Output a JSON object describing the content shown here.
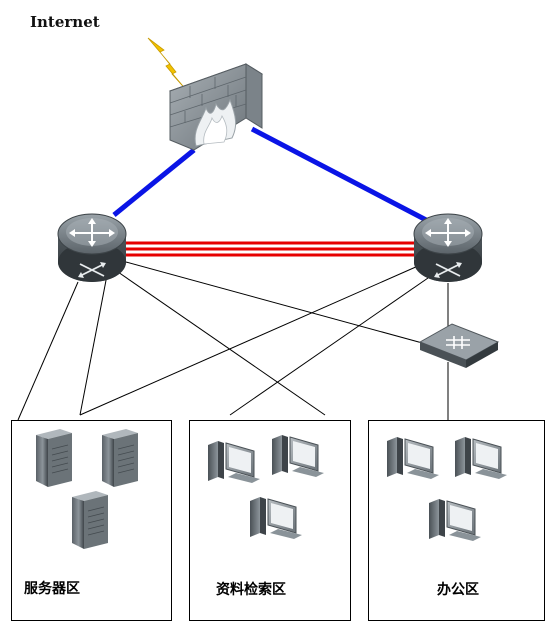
{
  "labels": {
    "internet": "Internet",
    "zone_servers": "服务器区",
    "zone_search": "资料检索区",
    "zone_office": "办公区"
  },
  "colors": {
    "uplink": "#0a14e6",
    "interlink": "#e60000",
    "device_dark": "#4a5156",
    "device_mid": "#8a9399",
    "device_light": "#c9cfd3",
    "lightning": "#f2c200"
  },
  "icons": {
    "firewall": "firewall-icon",
    "core_router": "router-icon",
    "access_switch": "switch-icon",
    "server": "server-icon",
    "workstation": "desktop-computer-icon"
  }
}
